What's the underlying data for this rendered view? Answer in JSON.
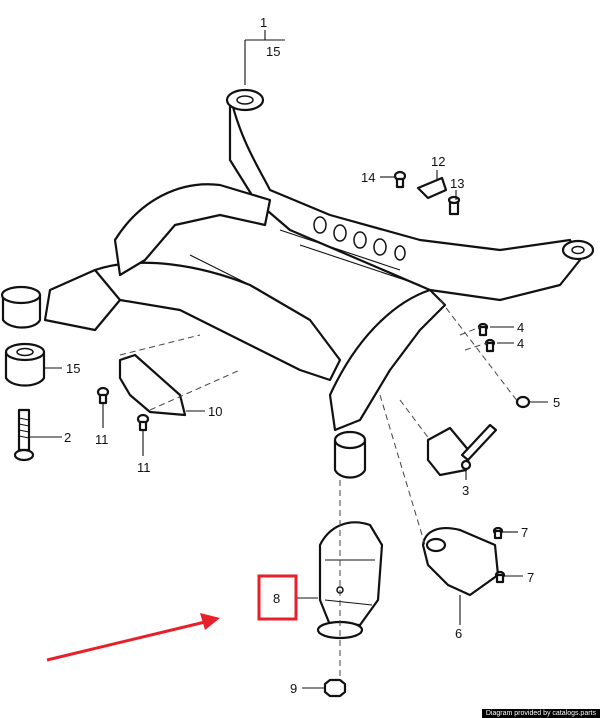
{
  "callouts": {
    "c1": "1",
    "c15_top": "15",
    "c2": "2",
    "c3": "3",
    "c4a": "4",
    "c4b": "4",
    "c5": "5",
    "c6": "6",
    "c7a": "7",
    "c7b": "7",
    "c8": "8",
    "c9": "9",
    "c10": "10",
    "c11a": "11",
    "c11b": "11",
    "c12": "12",
    "c13": "13",
    "c14": "14",
    "c15": "15"
  },
  "highlight": {
    "label": "8",
    "color": "#e8202a"
  },
  "arrow": {
    "color": "#e8202a"
  },
  "credit": "Diagram provided by catalogs.parts"
}
